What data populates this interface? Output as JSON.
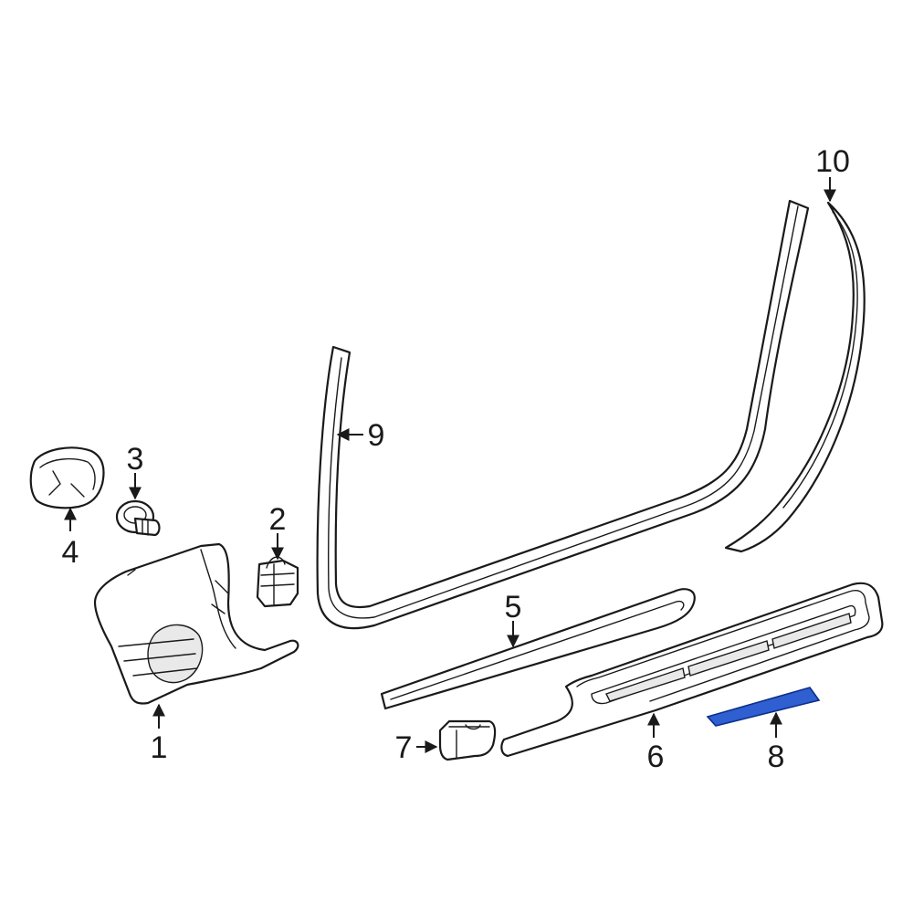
{
  "callouts": {
    "c1": "1",
    "c2": "2",
    "c3": "3",
    "c4": "4",
    "c5": "5",
    "c6": "6",
    "c7": "7",
    "c8": "8",
    "c9": "9",
    "c10": "10"
  },
  "colors": {
    "line": "#1a1a1a",
    "highlight_fill": "#2f5fd0",
    "highlight_stroke": "#0b2f8a"
  },
  "highlighted_part": "8"
}
